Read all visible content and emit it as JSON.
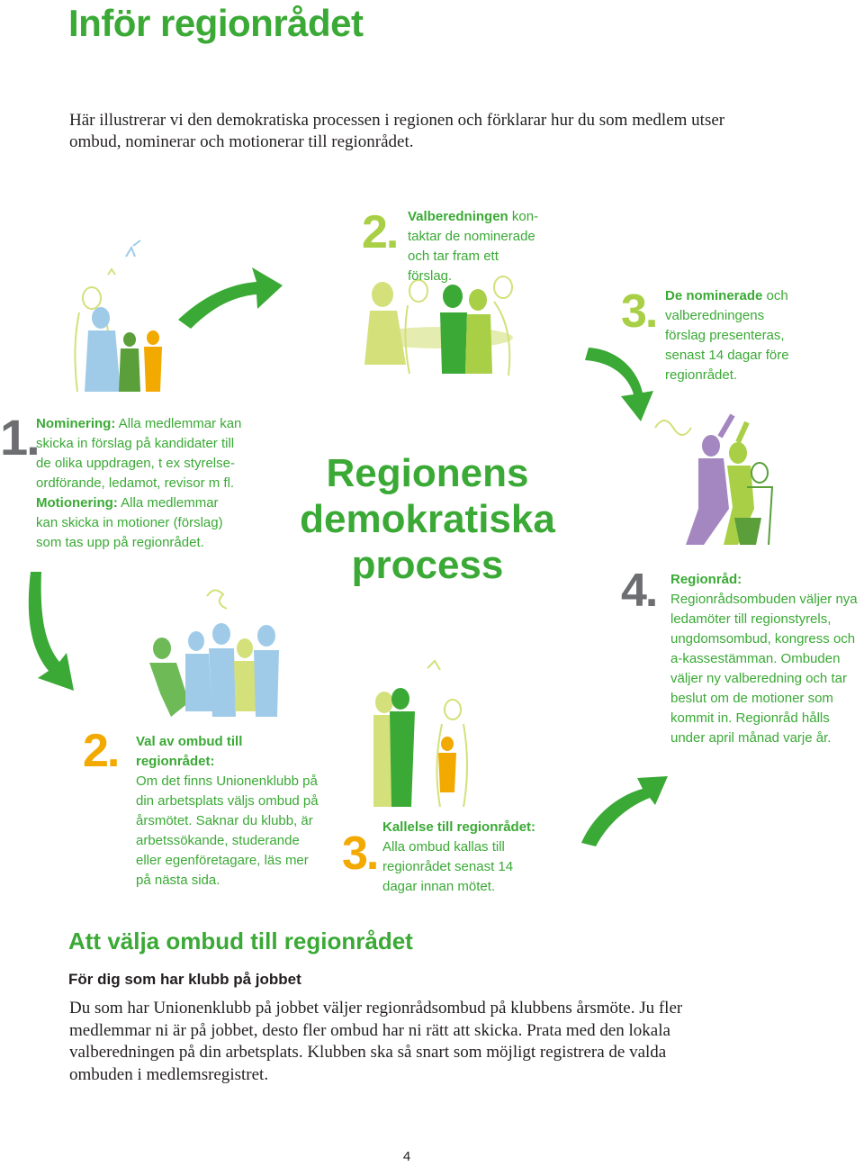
{
  "page": {
    "title": "Inför regionrådet",
    "intro": "Här illustrerar vi den demokratiska processen i regionen och förklarar hur du som medlem utser ombud, nominerar och motionerar till regionrådet.",
    "page_number": "4"
  },
  "diagram": {
    "center_title": [
      "Regionens",
      "demokratiska",
      "process"
    ],
    "steps": [
      {
        "number": "1.",
        "lead1": "Nominering:",
        "text1": " Alla medlemmar kan skicka in förslag på kandidater till de olika uppdragen, t ex styrelse­ordförande, ledamot, revisor m fl.",
        "lead2": "Motionering:",
        "text2": " Alla medlemmar kan skicka in motioner (förslag) som tas upp på regionrådet."
      },
      {
        "number": "2.",
        "lead": "Val av ombud till regionrådet:",
        "text": "Om det finns Unionenklubb på din arbetsplats väljs ombud på årsmötet. Saknar du klubb, är arbetssökande, studerande eller egenföretagare, läs mer på nästa sida."
      },
      {
        "number": "3.",
        "lead": "Kallelse till regionrådet:",
        "text": " Alla ombud kallas till regionrådet senast 14 dagar innan mötet."
      },
      {
        "number": "4.",
        "lead": "Regionråd:",
        "text": " Regionrådsombuden väljer nya ledamöter till region­styrels, ungdomsombud, kongress och a-kassestämman. Ombuden väljer ny valberedning och tar beslut om de motioner som kommit in. Regionråd hålls under april månad varje år."
      },
      {
        "number": "2.",
        "lead": "Valberedningen",
        "text": " kon­taktar de nominerade och tar fram ett förslag."
      },
      {
        "number": "3.",
        "lead": "De nominerade",
        "text": " och valberedningens förslag presenteras, senast 14 dagar före regionrådet."
      }
    ],
    "colors": {
      "green": "#3aa935",
      "dark_green": "#5a9f3a",
      "light_green": "#a8cf45",
      "yellow_green": "#d4e07a",
      "orange": "#f2a900",
      "grey": "#6d6e71",
      "blue": "#9fcbe9",
      "purple": "#a486c0"
    }
  },
  "section": {
    "heading": "Att välja ombud till regionrådet",
    "subheading": "För dig som har klubb på jobbet",
    "body": "Du som har Unionenklubb på jobbet väljer regionrådsombud på klubbens års­möte. Ju fler medlemmar ni är på jobbet, desto fler ombud har ni rätt att skicka. Prata med den lokala valberedningen på din arbetsplats. Klubben ska så snart som möjligt registrera de valda ombuden i medlemsregistret."
  }
}
